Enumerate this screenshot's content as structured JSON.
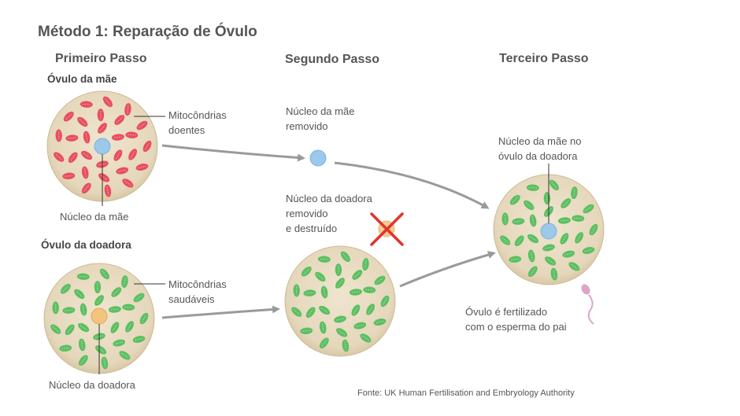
{
  "title": "Método 1: Reparação de Óvulo",
  "steps": {
    "first": "Primeiro Passo",
    "second": "Segundo Passo",
    "third": "Terceiro Passo"
  },
  "egg_labels": {
    "mother": "Óvulo da mãe",
    "donor": "Óvulo da doadora"
  },
  "annotations": {
    "diseased_mito": [
      "Mitocôndrias",
      "doentes"
    ],
    "mother_nucleus": "Núcleo da mãe",
    "healthy_mito": [
      "Mitocôndrias",
      "saudáveis"
    ],
    "donor_nucleus": "Núcleo da doadora",
    "mother_nucleus_removed": [
      "Núcleo da mãe",
      "removido"
    ],
    "donor_nucleus_destroyed": [
      "Núcleo da doadora",
      "removido",
      "e destruído"
    ],
    "mother_nucleus_in_donor_egg": [
      "Núcleo da mãe no",
      "óvulo da doadora"
    ],
    "fertilized": [
      "Óvulo é fertilizado",
      "com o esperma do pai"
    ]
  },
  "source": "Fonte: UK Human Fertilisation and Embryology Authority",
  "colors": {
    "cytoplasm": "#e8dcc2",
    "diseased": "#e84f5f",
    "healthy": "#5cbf62",
    "mother_nucleus": "#9cc8ea",
    "donor_nucleus": "#f2c47e",
    "arrow": "#999999",
    "cross": "#e2332a",
    "sperm": "#dca6c8"
  }
}
